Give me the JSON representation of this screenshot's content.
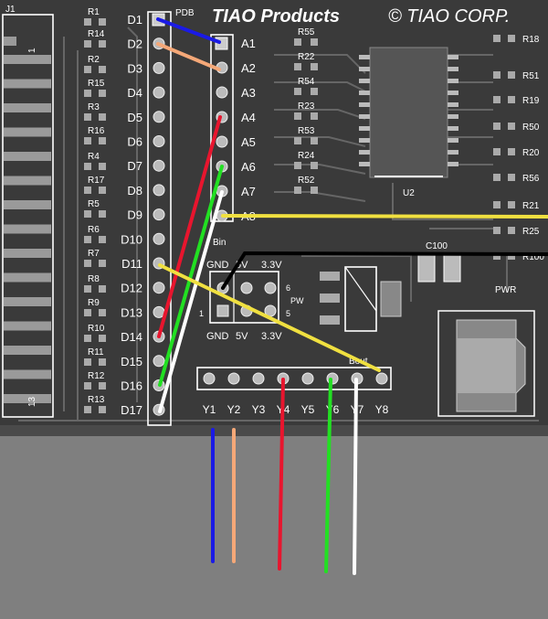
{
  "header": {
    "brand": "TIAO Products",
    "copyright": "© TIAO CORP.",
    "pdb_label": "PDB"
  },
  "connector": {
    "name": "J1",
    "pin_first": "1",
    "pin_last": "13"
  },
  "d_pins": [
    "D1",
    "D2",
    "D3",
    "D4",
    "D5",
    "D6",
    "D7",
    "D8",
    "D9",
    "D10",
    "D11",
    "D12",
    "D13",
    "D14",
    "D15",
    "D16",
    "D17"
  ],
  "a_pins": [
    "A1",
    "A2",
    "A3",
    "A4",
    "A5",
    "A6",
    "A7",
    "A8"
  ],
  "bin_label": "Bin",
  "bout_label": "Bout",
  "y_pins": [
    "Y1",
    "Y2",
    "Y3",
    "Y4",
    "Y5",
    "Y6",
    "Y7",
    "Y8"
  ],
  "left_resistors": [
    "R1",
    "R14",
    "R2",
    "R15",
    "R3",
    "R16",
    "R4",
    "R17",
    "R5",
    "R6",
    "R7",
    "R8",
    "R9",
    "R10",
    "R11",
    "R12",
    "R13"
  ],
  "mid_resistors": [
    "R55",
    "R22",
    "R54",
    "R23",
    "R53",
    "R24",
    "R52"
  ],
  "right_resistors": [
    "R18",
    "R51",
    "R19",
    "R50",
    "R20",
    "R56",
    "R21",
    "R25",
    "R100"
  ],
  "ic_label": "U2",
  "cap_label": "C100",
  "pwr_label": "PWR",
  "power_header": {
    "top_labels": [
      "GND",
      "5V",
      "3.3V"
    ],
    "bottom_labels": [
      "GND",
      "5V",
      "3.3V"
    ],
    "pin6": "6",
    "pin5": "5",
    "pin1": "1",
    "pw": "PW"
  },
  "colors": {
    "board": "#3a3a3a",
    "board_lower": "#555555",
    "background": "#7f7f7f",
    "trace": "#666666",
    "wire_blue": "#1a1ae6",
    "wire_orange": "#f5a878",
    "wire_red": "#e8152e",
    "wire_green": "#22e022",
    "wire_white": "#ffffff",
    "wire_yellow": "#f0e040",
    "wire_black": "#000000"
  }
}
